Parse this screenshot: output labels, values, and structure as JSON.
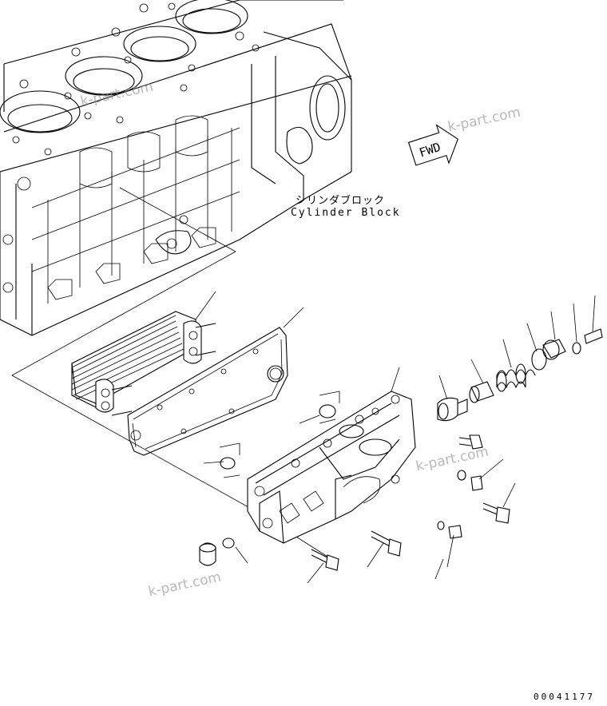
{
  "labels": {
    "cylinder_block_jp": "シリンダブロック",
    "cylinder_block_en": "Cylinder Block",
    "fwd_arrow": "FWD"
  },
  "watermarks": [
    "k-part.com",
    "k-part.com",
    "k-part.com",
    "k-part.com"
  ],
  "drawing_number": "00041177"
}
